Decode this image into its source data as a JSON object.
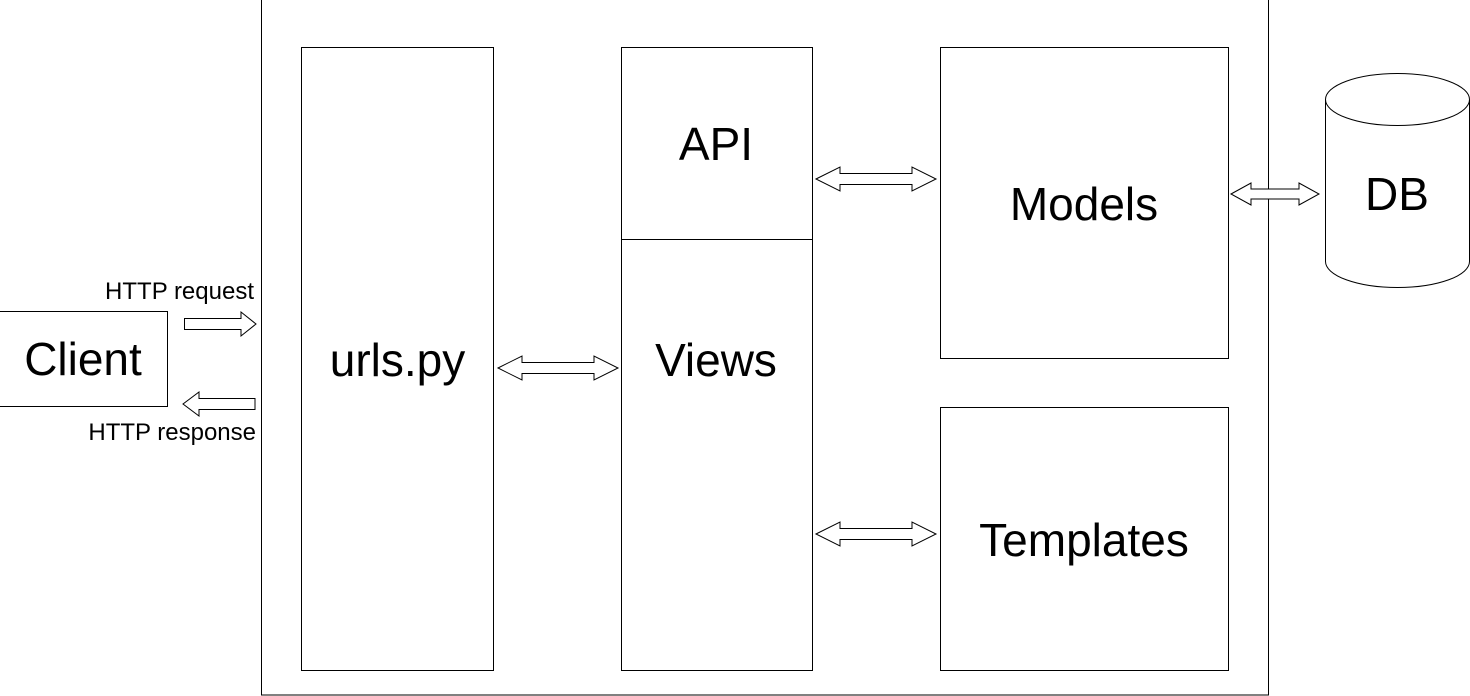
{
  "diagram": {
    "client": {
      "label": "Client"
    },
    "urls": {
      "label": "urls.py"
    },
    "api": {
      "label": "API"
    },
    "views": {
      "label": "Views"
    },
    "models": {
      "label": "Models"
    },
    "templates": {
      "label": "Templates"
    },
    "db": {
      "label": "DB"
    },
    "http_request": {
      "label": "HTTP request"
    },
    "http_response": {
      "label": "HTTP response"
    }
  },
  "colors": {
    "stroke": "#000000",
    "fill": "#ffffff"
  }
}
